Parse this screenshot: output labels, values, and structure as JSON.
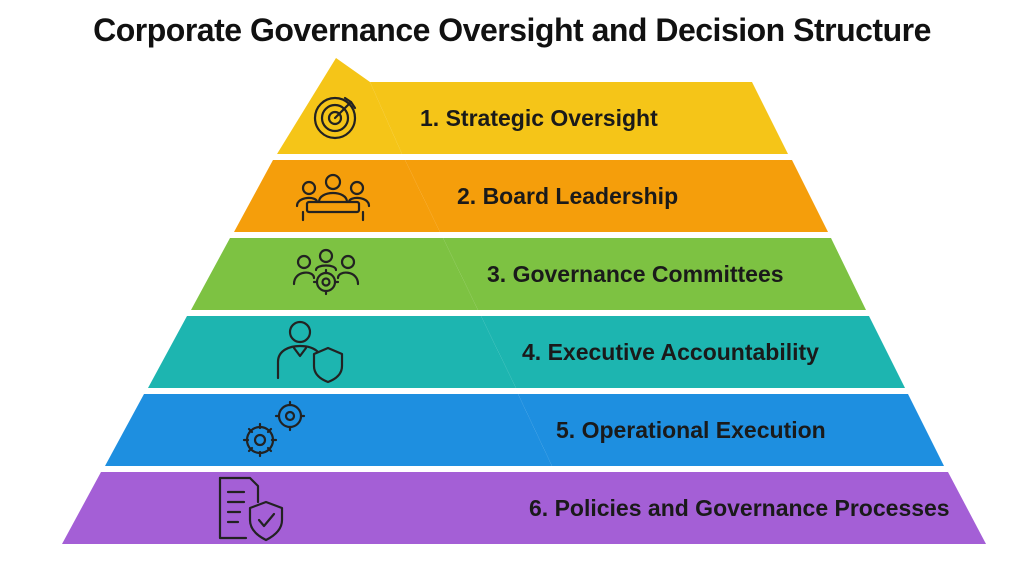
{
  "title": "Corporate Governance Oversight and Decision Structure",
  "levels": [
    {
      "label": "1. Strategic Oversight",
      "color": "#F5C518",
      "icon": "target-icon"
    },
    {
      "label": "2. Board Leadership",
      "color": "#F59E0B",
      "icon": "board-meeting-icon"
    },
    {
      "label": "3. Governance Committees",
      "color": "#7DC242",
      "icon": "team-gear-icon"
    },
    {
      "label": "4. Executive Accountability",
      "color": "#1DB5B0",
      "icon": "person-shield-icon"
    },
    {
      "label": "5. Operational Execution",
      "color": "#1E8FE0",
      "icon": "gears-icon"
    },
    {
      "label": "6. Policies and Governance Processes",
      "color": "#A45FD6",
      "icon": "document-shield-icon"
    }
  ]
}
